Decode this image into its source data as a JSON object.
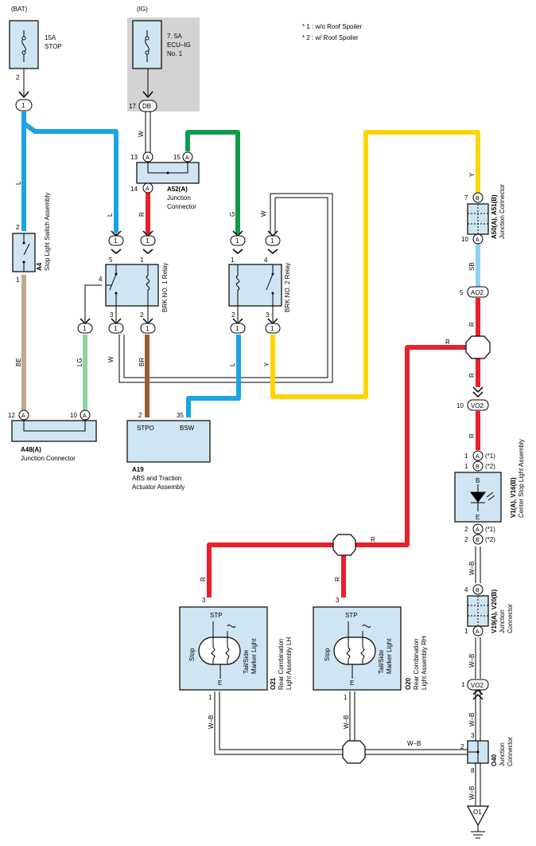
{
  "power": {
    "bat": "(BAT)",
    "ig": "(IG)"
  },
  "notes": [
    "* 1 : w/o Roof Spoiler",
    "* 2 : w/ Roof Spoiler"
  ],
  "fuses": {
    "stop": {
      "amp": "15A",
      "name": "STOP",
      "pin": "2"
    },
    "ecu": {
      "amp": "7. 5A",
      "name1": "ECU–IG",
      "name2": "No. 1",
      "pin": "17",
      "conn": "DB"
    }
  },
  "a4": {
    "code": "A4",
    "name": "Stop Light Switch Assembly",
    "pin_top": "2",
    "pin_bot": "1"
  },
  "a52": {
    "code": "A52(A)",
    "name1": "Junction",
    "name2": "Connector",
    "pin13": "13",
    "pin15": "15",
    "pin14": "14",
    "letter": "A"
  },
  "relay1": {
    "name": "BRK NO. 1 Relay",
    "p5": "5",
    "p1": "1",
    "p4": "4",
    "p3": "3",
    "p2": "2"
  },
  "relay2": {
    "name": "BRK NO. 2 Relay",
    "p1": "1",
    "p4": "4",
    "p2": "2",
    "p3": "3"
  },
  "a48": {
    "code": "A48(A)",
    "name": "Junction Connector",
    "p12": "12",
    "p10": "10",
    "letter": "A"
  },
  "a19": {
    "code": "A19",
    "name1": "ABS and Traction",
    "name2": "Actuator Assembly",
    "stpo": "STPO",
    "bsw": "BSW",
    "p2": "2",
    "p35": "35"
  },
  "a50": {
    "code": "A50(A), A51(B)",
    "name": "Junction Connector",
    "p7": "7",
    "p10": "10",
    "lb": "B",
    "la": "A"
  },
  "ao2": {
    "pin": "5",
    "name": "AO2"
  },
  "vo2_top": {
    "pin": "10",
    "name": "VO2"
  },
  "vo2_bot": {
    "pin": "1",
    "name": "VO2"
  },
  "v1": {
    "code": "V1(A), V16(B)",
    "name": "Center Stop Light Assembly",
    "p1a": "1",
    "p1b": "1",
    "p2a": "2",
    "p2b": "2",
    "n1": "(*1)",
    "n2": "(*2)",
    "b": "B",
    "e": "E"
  },
  "v19": {
    "code": "V19(A), V20(B)",
    "name1": "Junction",
    "name2": "Connector",
    "p4": "4",
    "p1": "1"
  },
  "o21": {
    "code": "O21",
    "name1": "Rear Combination",
    "name2": "Light Assembly LH",
    "stp": "STP",
    "stop": "Stop",
    "tail1": "Tail/Side",
    "tail2": "Marker Light",
    "e": "E",
    "p3": "3",
    "p1": "1"
  },
  "o20": {
    "code": "O20",
    "name1": "Rear Combination",
    "name2": "Light Assembly RH",
    "stp": "STP",
    "stop": "Stop",
    "tail1": "Tail/Side",
    "tail2": "Marker Light",
    "e": "E",
    "p3": "3",
    "p1": "1"
  },
  "o40": {
    "code": "O40",
    "name1": "Junction",
    "name2": "Connector",
    "p3": "3",
    "p2": "2",
    "p8": "8"
  },
  "ground": {
    "name": "O1"
  },
  "wires": {
    "L": "L",
    "R": "R",
    "G": "G",
    "W": "W",
    "Y": "Y",
    "SB": "SB",
    "BE": "BE",
    "LG": "LG",
    "BR": "BR",
    "WB": "W–B"
  },
  "colors": {
    "blue": "#1aa3e8",
    "red": "#e8202a",
    "green": "#0e9b4a",
    "yellow": "#ffd500",
    "brown": "#9b5a32",
    "tan": "#bfa98f",
    "lightgreen": "#8fd1a2",
    "skyblue": "#8dd3f0",
    "component": "#cfe6f2",
    "shade": "#d3d3d3"
  }
}
